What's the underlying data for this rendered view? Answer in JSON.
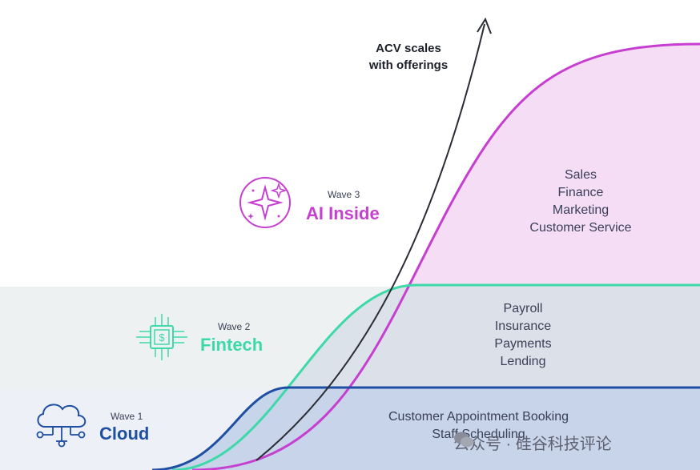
{
  "arrow": {
    "label_line1": "ACV scales",
    "label_line2": "with offerings"
  },
  "waves": [
    {
      "kicker": "Wave 1",
      "title": "Cloud",
      "color": "#1e4fa3",
      "icon": "cloud-network-icon",
      "items": [
        "Customer Appointment Booking",
        "Staff Scheduling"
      ]
    },
    {
      "kicker": "Wave 2",
      "title": "Fintech",
      "color": "#3ed9a8",
      "icon": "dollar-chip-icon",
      "items": [
        "Payroll",
        "Insurance",
        "Payments",
        "Lending"
      ]
    },
    {
      "kicker": "Wave 3",
      "title": "AI Inside",
      "color": "#c63fd0",
      "icon": "sparkles-icon",
      "items": [
        "Sales",
        "Finance",
        "Marketing",
        "Customer Service"
      ]
    }
  ],
  "watermark": {
    "text": "公众号 · 硅谷科技评论"
  },
  "colors": {
    "band1": "#c9d6ec",
    "band2": "#dfe6ee",
    "band3": "#f6d8f6",
    "arrow": "#2a2d35"
  }
}
